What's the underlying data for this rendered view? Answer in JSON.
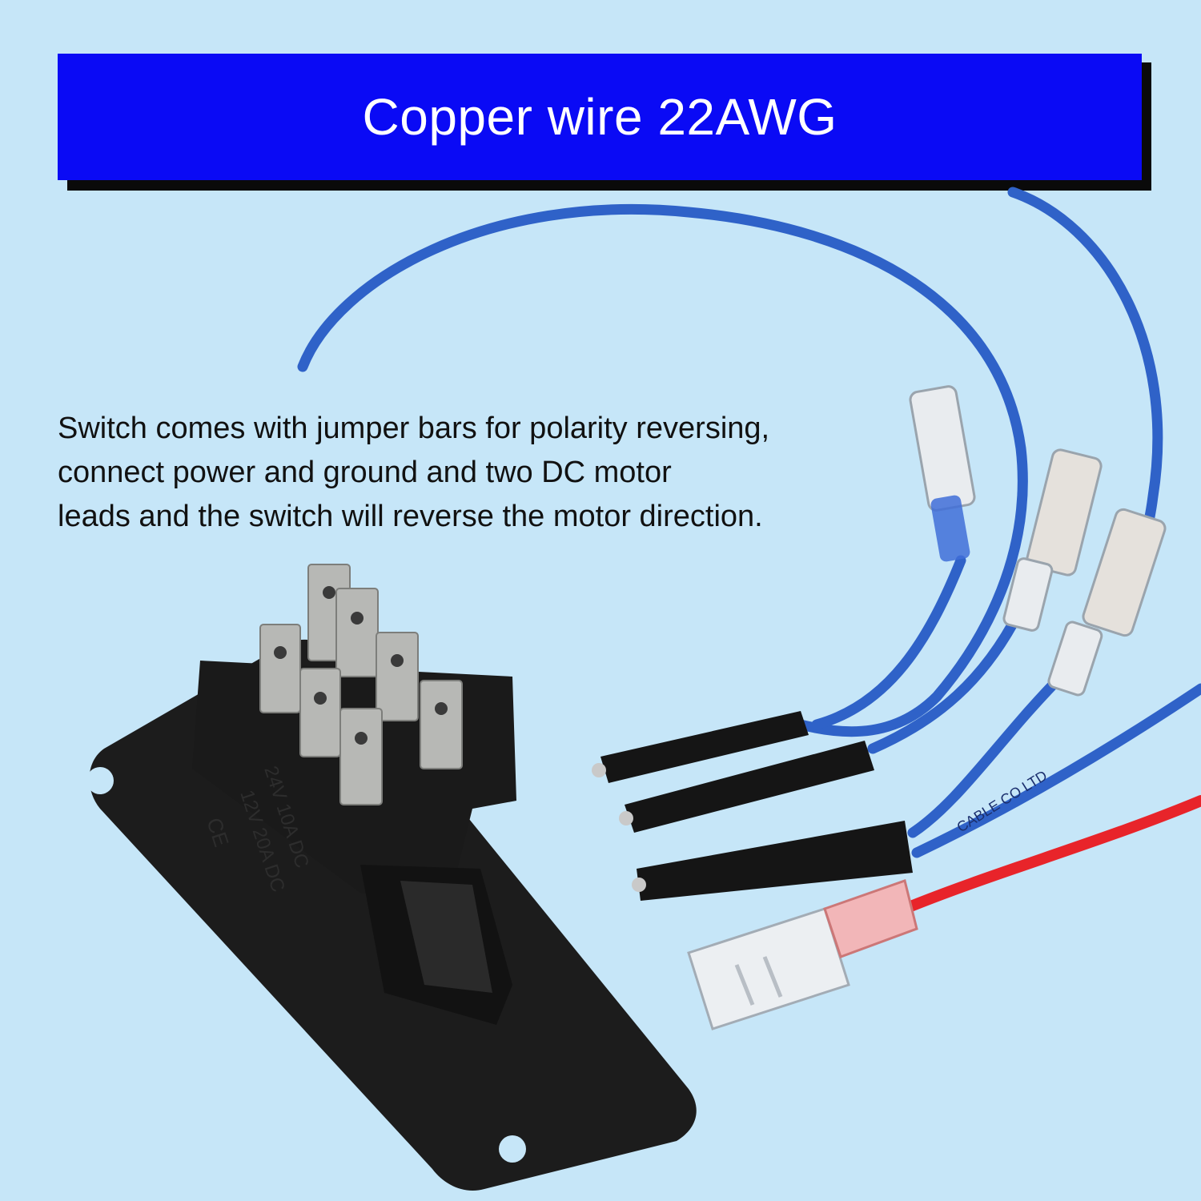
{
  "banner": {
    "title": "Copper wire 22AWG"
  },
  "description": {
    "lines": [
      "Switch comes with jumper bars for polarity reversing,",
      "connect power and ground and two DC motor",
      "leads and the switch will reverse the motor direction."
    ]
  },
  "switch": {
    "rating_lines": [
      "12V 20A DC",
      "24V 10A DC"
    ],
    "mark": "CE"
  },
  "wire_print": "CABLE CO LTD",
  "colors": {
    "background": "#c6e6f8",
    "banner": "#0a0af5",
    "wire_blue": "#2f62c8",
    "wire_red": "#e8242a",
    "plate": "#1a1a1a"
  }
}
